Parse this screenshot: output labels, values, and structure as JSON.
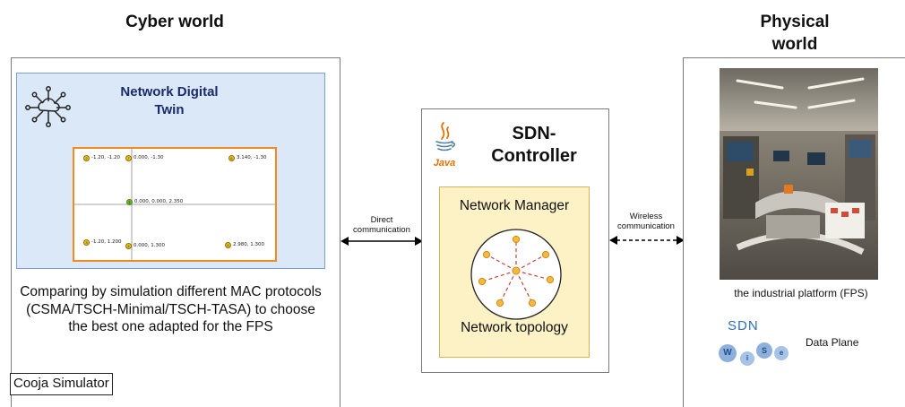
{
  "cyber": {
    "heading": "Cyber world",
    "twin_title": "Network Digital Twin",
    "sim_nodes": [
      {
        "id": "2",
        "label": "-1.20, -1.20",
        "color": "#f0c419"
      },
      {
        "id": "7",
        "label": "0.000, -1.30",
        "color": "#f0c419"
      },
      {
        "id": "6",
        "label": "3.140, -1.30",
        "color": "#f0c419"
      },
      {
        "id": "1",
        "label": "0.000, 0.000, 2.350",
        "color": "#3cc83c"
      },
      {
        "id": "3",
        "label": "-1.20, 1.200",
        "color": "#f0c419"
      },
      {
        "id": "4",
        "label": "0.000, 1.300",
        "color": "#f0c419"
      },
      {
        "id": "5",
        "label": "2.980, 1.300",
        "color": "#f0c419"
      }
    ],
    "description": "Comparing by simulation different MAC protocols (CSMA/TSCH-Minimal/TSCH-TASA) to choose the best one adapted for the FPS",
    "simulator_label": "Cooja Simulator"
  },
  "links": {
    "direct": "Direct communication",
    "wireless": "Wireless communication"
  },
  "sdn": {
    "title": "SDN-Controller",
    "java_label": "Java",
    "manager_title": "Network Manager",
    "topology_label": "Network topology"
  },
  "physical": {
    "heading": "Physical world",
    "platform_caption": "the industrial platform (FPS)",
    "sdn_logo_text": "SDN",
    "wise_letters": [
      "W",
      "i",
      "S",
      "e"
    ],
    "data_plane_label": "Data Plane"
  },
  "colors": {
    "twin_fill": "#dbe8f7",
    "sim_border": "#f28a1e",
    "manager_fill": "#fdf1c6",
    "node_fill": "#f5b942",
    "link_dash": "#c0392b"
  }
}
